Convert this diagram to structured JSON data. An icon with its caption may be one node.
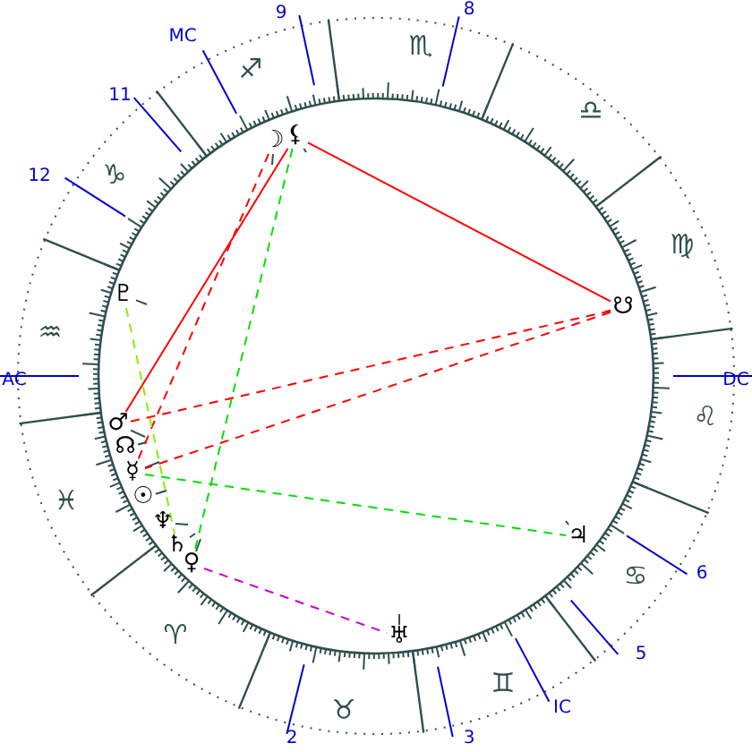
{
  "diagram": {
    "nodes": [
      {
        "text": [
          "⚸"
        ]
      },
      {
        "text": [
          "☽"
        ]
      },
      {
        "text": [
          "♇"
        ]
      },
      {
        "text": [
          "☋"
        ]
      },
      {
        "text": [
          "♂"
        ]
      },
      {
        "text": [
          "☊"
        ]
      },
      {
        "text": [
          "☿"
        ]
      },
      {
        "text": [
          "☉"
        ]
      },
      {
        "text": [
          "♆"
        ]
      },
      {
        "text": [
          "♃"
        ]
      },
      {
        "text": [
          "♄"
        ]
      },
      {
        "text": [
          "♀"
        ]
      },
      {
        "text": [
          "♅"
        ]
      }
    ],
    "edges": [
      {
        "from": 0,
        "to": 3,
        "arrow": "none"
      },
      {
        "from": 0,
        "to": 4,
        "arrow": "none"
      },
      {
        "from": 1,
        "to": 6,
        "arrow": "none",
        "style": "dashed"
      },
      {
        "from": 3,
        "to": 4,
        "arrow": "none",
        "style": "dashed"
      },
      {
        "from": 3,
        "to": 6,
        "arrow": "none",
        "style": "dashed"
      },
      {
        "from": 0,
        "to": 11,
        "arrow": "none",
        "style": "dashed",
        "color": "#00e000"
      },
      {
        "from": 2,
        "to": 10,
        "arrow": "none",
        "style": "dashed",
        "color": "#88ee00"
      },
      {
        "from": 6,
        "to": 9,
        "arrow": "none",
        "style": "dashed",
        "color": "#00e000"
      },
      {
        "from": 11,
        "to": 12,
        "arrow": "none",
        "style": "dashed",
        "color": "#cc00cc"
      }
    ],
    "labels": [
      "9",
      "8",
      "♏",
      "MC",
      "♐",
      "11",
      "♎",
      "♑",
      "12",
      "♍",
      "♒",
      "AC",
      "DC",
      "♌",
      "♓",
      "♋",
      "6",
      "♈",
      "5",
      "♊",
      "IC",
      "♉",
      "2",
      "3"
    ]
  }
}
